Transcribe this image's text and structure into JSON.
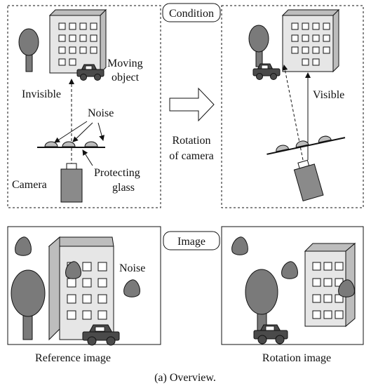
{
  "labels": {
    "condition": "Condition",
    "image": "Image",
    "moving_object_line1": "Moving",
    "moving_object_line2": "object",
    "invisible": "Invisible",
    "noise_top": "Noise",
    "camera": "Camera",
    "protecting_line1": "Protecting",
    "protecting_line2": "glass",
    "rotation_line1": "Rotation",
    "rotation_line2": "of camera",
    "visible": "Visible",
    "noise_image": "Noise",
    "reference_image": "Reference image",
    "rotation_image": "Rotation image",
    "caption": "(a) Overview."
  },
  "colors": {
    "stroke": "#111111",
    "building_light": "#e6e6e6",
    "building_dark": "#bdbdbd",
    "tree": "#7a7a7a",
    "noise_blob": "#7a7a7a",
    "car": "#4a4a4a",
    "camera_body": "#8a8a8a"
  }
}
